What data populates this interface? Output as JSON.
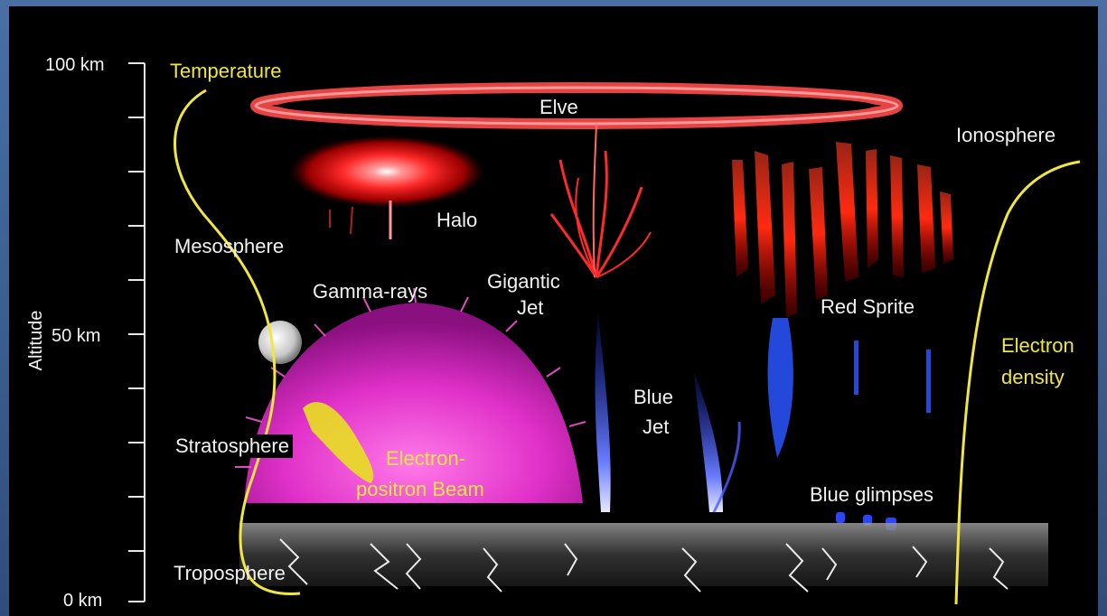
{
  "axis": {
    "title": "Altitude",
    "ticks": [
      "100 km",
      "50 km",
      "0 km"
    ]
  },
  "labels": {
    "temperature": "Temperature",
    "elve": "Elve",
    "ionosphere": "Ionosphere",
    "halo": "Halo",
    "mesosphere": "Mesosphere",
    "gamma_rays": "Gamma-rays",
    "gigantic_jet_1": "Gigantic",
    "gigantic_jet_2": "Jet",
    "red_sprite": "Red Sprite",
    "electron_density_1": "Electron",
    "electron_density_2": "density",
    "blue_jet_1": "Blue",
    "blue_jet_2": "Jet",
    "stratosphere": "Stratosphere",
    "beam_1": "Electron-",
    "beam_2": "positron Beam",
    "blue_glimpses": "Blue glimpses",
    "troposphere": "Troposphere"
  },
  "colors": {
    "curve": "#f0e640",
    "elve": "#ff3030",
    "sprite": "#ff2a1a",
    "jet": "#3050ff",
    "gamma": "#ff40d8"
  }
}
